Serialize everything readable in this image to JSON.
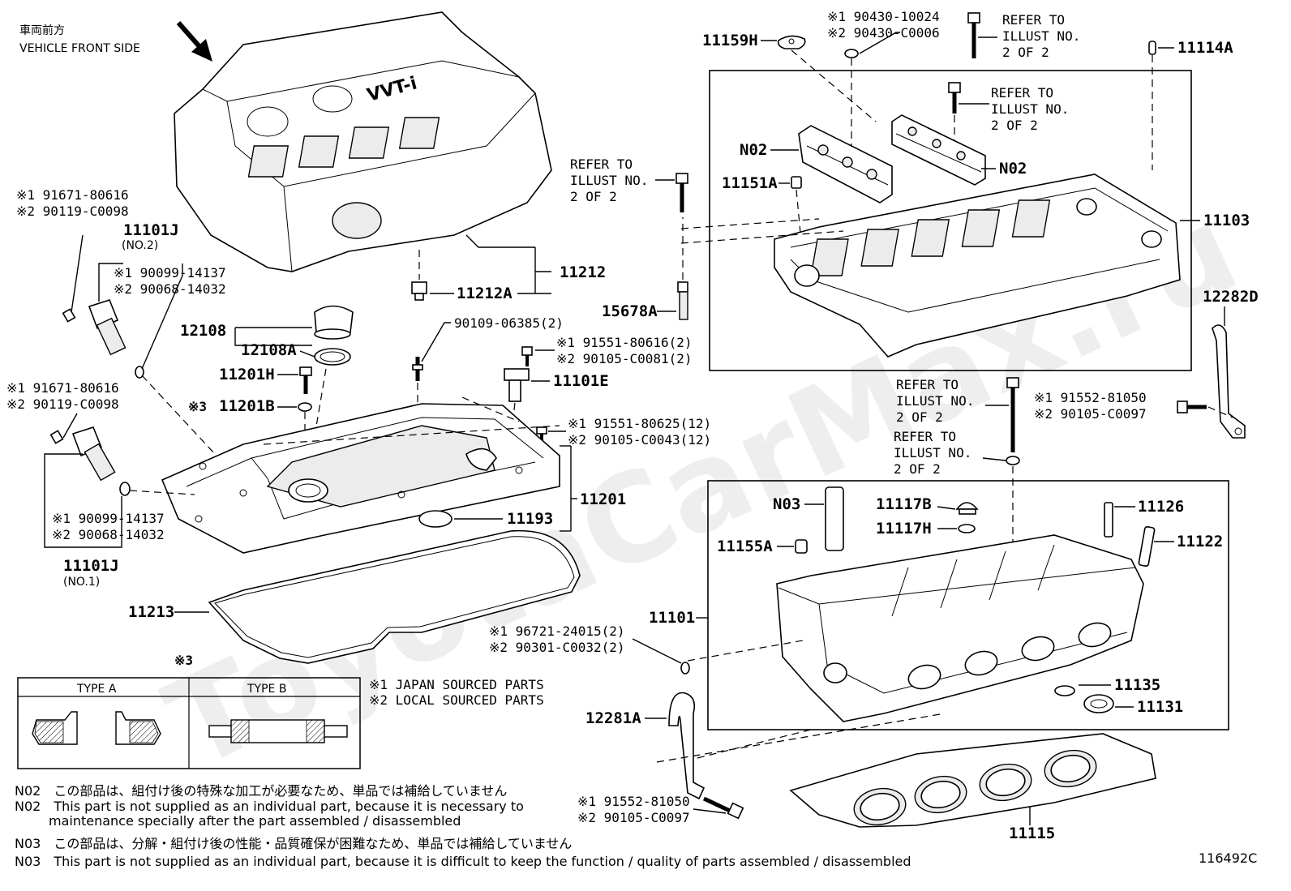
{
  "header": {
    "direction_jp": "車両前方",
    "direction_en": "VEHICLE FRONT SIDE"
  },
  "watermark": "ToyotaCarMax.ru",
  "parts": {
    "p11212": "11212",
    "p11212A": "11212A",
    "p12108": "12108",
    "p12108A": "12108A",
    "p11201H": "11201H",
    "p11201B": "11201B",
    "p11201B_mark": "※3",
    "p11201": "11201",
    "p11193": "11193",
    "p11213": "11213",
    "p11101E": "11101E",
    "p11101J_top": "11101J",
    "p11101J_top_sub": "(NO.2)",
    "p11101J_bot": "11101J",
    "p11101J_bot_sub": "(NO.1)",
    "p11159H": "11159H",
    "p11114A": "11114A",
    "pN02_left": "N02",
    "pN02_right": "N02",
    "p11151A": "11151A",
    "p11103": "11103",
    "p15678A": "15678A",
    "p12282D": "12282D",
    "pN03": "N03",
    "p11117B": "11117B",
    "p11117H": "11117H",
    "p11126": "11126",
    "p11122": "11122",
    "p11155A": "11155A",
    "p11101": "11101",
    "p11135": "11135",
    "p11131": "11131",
    "p12281A": "12281A",
    "p11115": "11115"
  },
  "alt_numbers": {
    "bolt_top_left_1": "※1 91671-80616",
    "bolt_top_left_2": "※2 90119-C0098",
    "oring_top_1": "※1 90099-14137",
    "oring_top_2": "※2 90068-14032",
    "bolt_mid_left_1": "※1 91671-80616",
    "bolt_mid_left_2": "※2 90119-C0098",
    "oring_bot_1": "※1 90099-14137",
    "oring_bot_2": "※2 90068-14032",
    "stud_90109": "90109-06385(2)",
    "sensor_bolt_1": "※1 91551-80616(2)",
    "sensor_bolt_2": "※2 90105-C0081(2)",
    "cover_bolt_1": "※1 91551-80625(12)",
    "cover_bolt_2": "※2 90105-C0043(12)",
    "washer_top_1": "※1 90430-10024",
    "washer_top_2": "※2 90430-C0006",
    "bracket_bolt_1": "※1 91552-81050",
    "bracket_bolt_2": "※2 90105-C0097",
    "plug_1": "※1 96721-24015(2)",
    "plug_2": "※2 90301-C0032(2)",
    "bottom_bolt_1": "※1 91552-81050",
    "bottom_bolt_2": "※2 90105-C0097"
  },
  "refer_notes": [
    [
      "REFER TO",
      "ILLUST NO.",
      "2 OF 2"
    ],
    [
      "REFER TO",
      "ILLUST NO.",
      "2 OF 2"
    ],
    [
      "REFER TO",
      "ILLUST NO.",
      "2 OF 2"
    ],
    [
      "REFER TO",
      "ILLUST NO.",
      "2 OF 2"
    ],
    [
      "REFER TO",
      "ILLUST NO.",
      "2 OF 2"
    ]
  ],
  "legend": {
    "mark": "※3",
    "type_a": "TYPE A",
    "type_b": "TYPE B",
    "line1": "※1 JAPAN SOURCED PARTS",
    "line2": "※2 LOCAL SOURCED PARTS"
  },
  "footnotes": {
    "n02_jp": "N02　この部品は、組付け後の特殊な加工が必要なため、単品では補給していません",
    "n02_en1": "N02　This part is not supplied as an individual part, because it is necessary to",
    "n02_en2": "maintenance specially after the part assembled / disassembled",
    "n03_jp": "N03　この部品は、分解・組付け後の性能・品質確保が困難なため、単品では補給していません",
    "n03_en": "N03　This part is not supplied as an individual part, because it is difficult to keep the function / quality of parts  assembled / disassembled"
  },
  "illustration_id": "116492C"
}
